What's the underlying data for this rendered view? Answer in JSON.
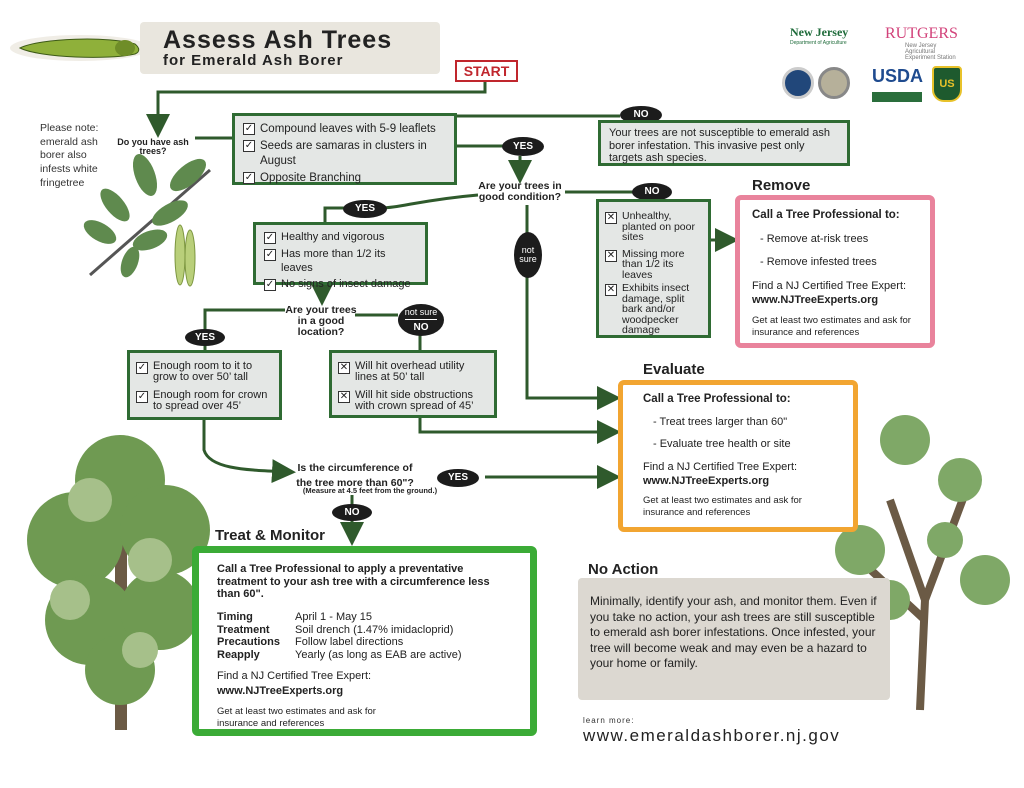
{
  "header": {
    "title": "Assess Ash Trees",
    "subtitle": "for Emerald Ash Borer",
    "start_label": "START"
  },
  "logos": {
    "nj": "New Jersey",
    "nj_sub": "Department of Agriculture",
    "rutgers": "RUTGERS",
    "rutgers_sub": "New Jersey Agricultural Experiment Station",
    "usda": "USDA",
    "usfs": "US"
  },
  "note": "Please note: emerald ash borer also infests white fringetree",
  "q_ash": "Do you have ash trees?",
  "ash_checks": [
    "Compound leaves with 5-9 leaflets",
    "Seeds are samaras in clusters in August",
    "Opposite Branching"
  ],
  "not_susceptible": "Your trees are not susceptible to emerald ash borer infestation. This invasive pest only targets ash species.",
  "q_condition": "Are your trees in good condition?",
  "healthy_checks": [
    "Healthy and vigorous",
    "Has more than 1/2 its leaves",
    "No signs of insect damage"
  ],
  "unhealthy_checks": [
    "Unhealthy, planted on poor sites",
    "Missing more than 1/2 its leaves",
    "Exhibits insect damage, split bark and/or woodpecker damage"
  ],
  "q_location": "Are your trees in a good location?",
  "good_location": [
    "Enough room to it to grow to over 50’ tall",
    "Enough room for crown to spread over 45’"
  ],
  "bad_location": [
    "Will hit overhead utility lines at 50’ tall",
    "Will hit side obstructions with crown spread of 45’"
  ],
  "q_circ": "Is the circumference of the tree more than 60\"?",
  "q_circ_note": "(Measure at 4.5 feet from the ground.)",
  "pills": {
    "yes": "YES",
    "no": "NO",
    "not_sure": "not sure"
  },
  "remove": {
    "title": "Remove",
    "call": "Call a Tree Professional to:",
    "items": [
      "- Remove at-risk trees",
      "- Remove infested trees"
    ],
    "find": "Find a NJ Certified Tree Expert:",
    "url": "www.NJTreeExperts.org",
    "estimates": "Get at least two estimates and ask for insurance and references",
    "color": "#e9839c"
  },
  "evaluate": {
    "title": "Evaluate",
    "call": "Call a Tree Professional to:",
    "items": [
      "- Treat trees larger than 60\"",
      "- Evaluate tree health or site"
    ],
    "find": "Find a NJ Certified Tree Expert:",
    "url": "www.NJTreeExperts.org",
    "estimates": "Get at least two estimates and ask for insurance and references",
    "color": "#f2a531"
  },
  "treat": {
    "title": "Treat & Monitor",
    "call": "Call a Tree Professional to apply a preventative treatment to your ash tree with a circumference less than 60\".",
    "rows": [
      {
        "k": "Timing",
        "v": "April 1 - May 15"
      },
      {
        "k": "Treatment",
        "v": "Soil drench (1.47% imidacloprid)"
      },
      {
        "k": "Precautions",
        "v": "Follow label directions"
      },
      {
        "k": "Reapply",
        "v": "Yearly (as long as EAB are active)"
      }
    ],
    "find": "Find a NJ Certified Tree Expert:",
    "url": "www.NJTreeExperts.org",
    "estimates": "Get at least two estimates and ask for insurance and references",
    "color": "#3bab36"
  },
  "no_action": {
    "title": "No Action",
    "text": "Minimally, identify your ash, and monitor them. Even if you take no action, your ash trees are still susceptible to emerald ash borer infestations. Once infested, your tree will become weak and may even be a hazard to your home or family."
  },
  "footer": {
    "learn": "learn more:",
    "url": "www.emeraldashborer.nj.gov"
  }
}
